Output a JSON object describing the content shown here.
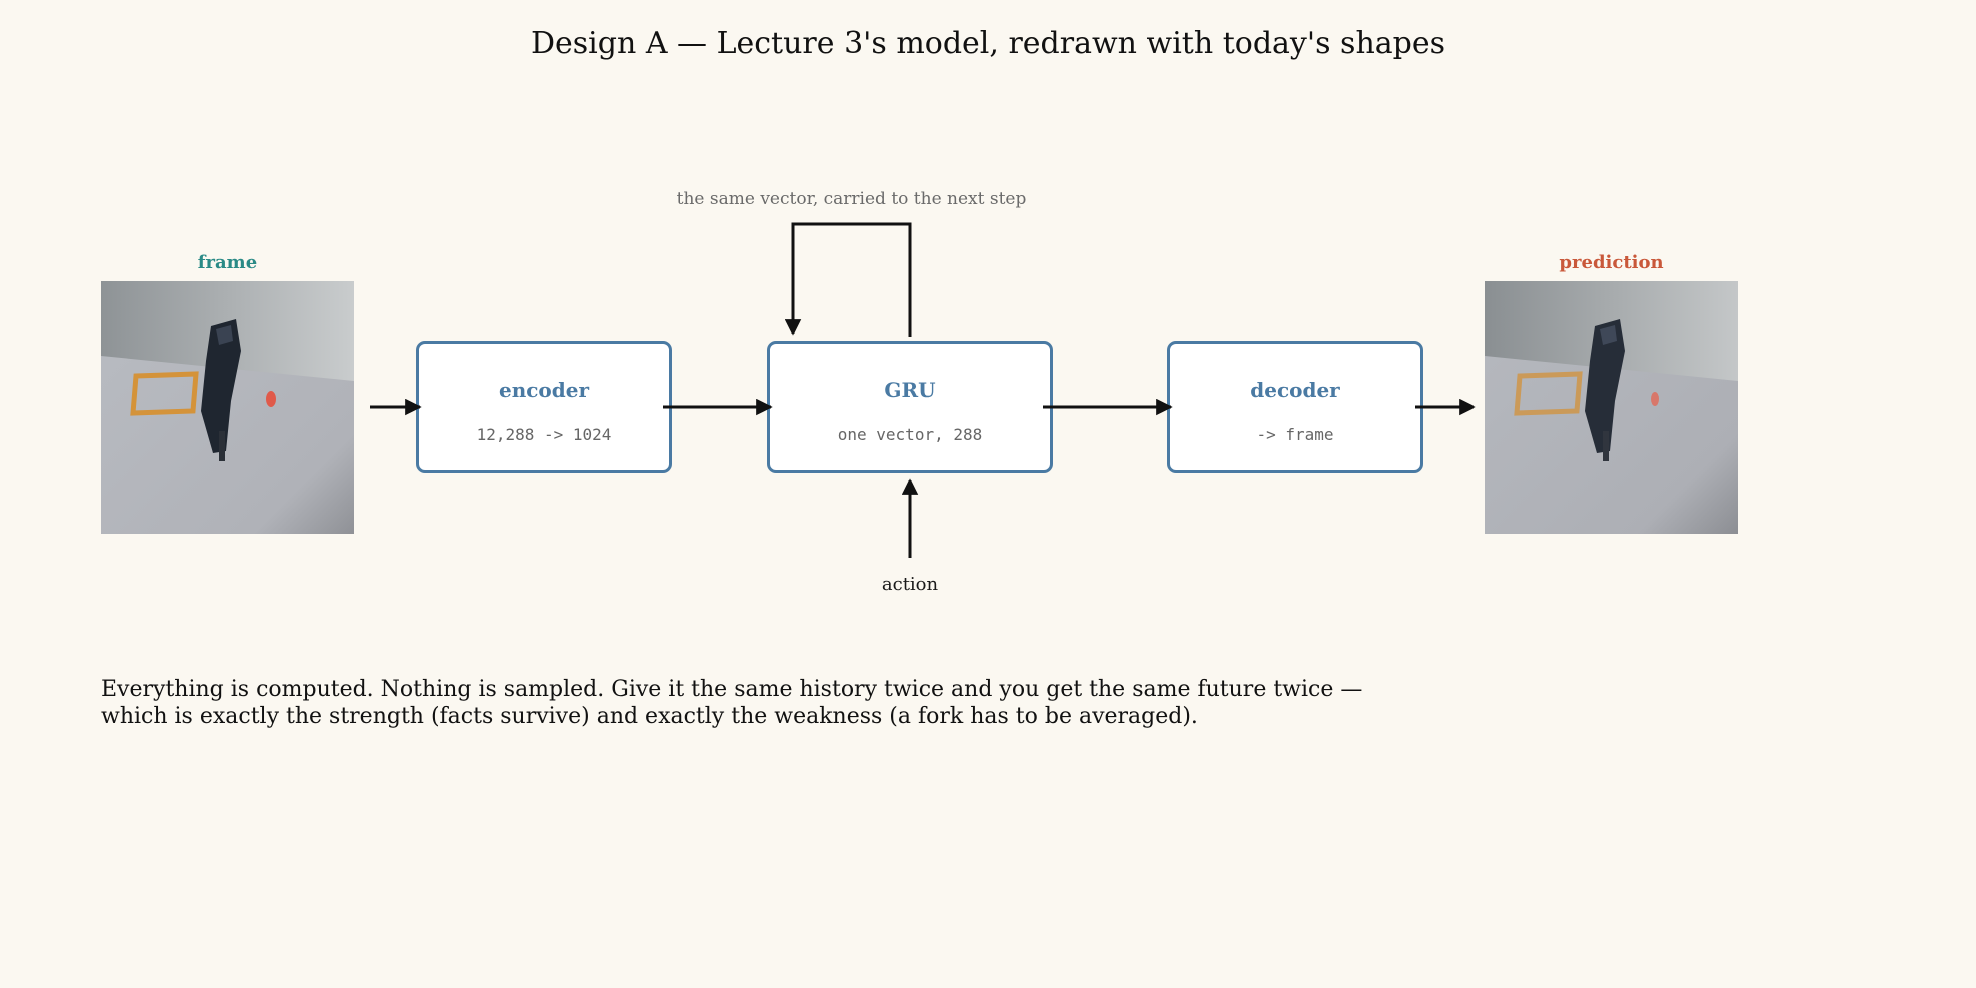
{
  "title": "Design A — Lecture 3's model, redrawn with today's shapes",
  "input": {
    "label": "frame",
    "label_color": "#2a8a86"
  },
  "output": {
    "label": "prediction",
    "label_color": "#c9583a"
  },
  "boxes": {
    "encoder": {
      "title": "encoder",
      "subtitle": "12,288 -> 1024"
    },
    "gru": {
      "title": "GRU",
      "subtitle": "one vector, 288"
    },
    "decoder": {
      "title": "decoder",
      "subtitle": "-> frame"
    }
  },
  "loop_label": "the same vector, carried to the next step",
  "action_label": "action",
  "caption": {
    "line1": "Everything is computed. Nothing is sampled. Give it the same history twice and you get the same future twice —",
    "line2": "which is exactly the strength (facts survive) and exactly the weakness (a fork has to be averaged)."
  },
  "colors": {
    "box_border": "#4a7aa3",
    "arrow": "#111111",
    "background": "#fbf8f1"
  }
}
